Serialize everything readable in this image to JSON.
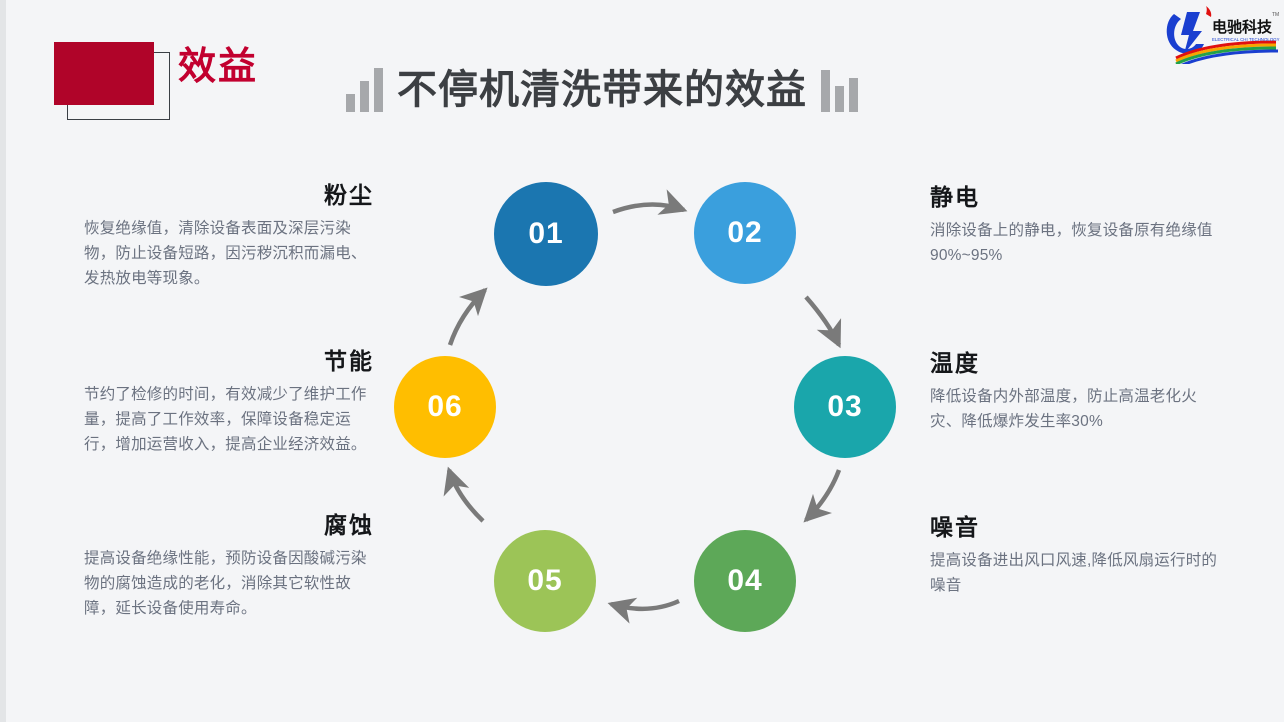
{
  "header": {
    "badge_label": "效益",
    "title": "不停机清洗带来的效益"
  },
  "logo": {
    "brand_cn": "电驰科技",
    "brand_en": "ELECTRICAL CHI TECHNOLOGY",
    "trademark": "TM"
  },
  "diagram": {
    "steps": [
      {
        "number": "01",
        "color": "#1b76b0"
      },
      {
        "number": "02",
        "color": "#3a9fdd"
      },
      {
        "number": "03",
        "color": "#1aa6ab"
      },
      {
        "number": "04",
        "color": "#5da858"
      },
      {
        "number": "05",
        "color": "#9cc457"
      },
      {
        "number": "06",
        "color": "#ffbe00"
      }
    ],
    "arrow_color": "#7a7a7a"
  },
  "blocks": {
    "dust": {
      "title": "粉尘",
      "body": "恢复绝缘值，清除设备表面及深层污染物，防止设备短路，因污秽沉积而漏电、发热放电等现象。"
    },
    "energy": {
      "title": "节能",
      "body": "节约了检修的时间，有效减少了维护工作量，提高了工作效率，保障设备稳定运行，增加运营收入，提高企业经济效益。"
    },
    "corrosion": {
      "title": "腐蚀",
      "body": "提高设备绝缘性能，预防设备因酸碱污染物的腐蚀造成的老化，消除其它软性故障，延长设备使用寿命。"
    },
    "static": {
      "title": "静电",
      "body": "消除设备上的静电，恢复设备原有绝缘值90%~95%"
    },
    "temperature": {
      "title": "温度",
      "body": "降低设备内外部温度，防止高温老化火灾、降低爆炸发生率30%"
    },
    "noise": {
      "title": "噪音",
      "body": "提高设备进出风口风速,降低风扇运行时的噪音"
    }
  },
  "colors": {
    "background": "#f4f5f7",
    "accent_red": "#b00429",
    "title_text": "#3c3f43",
    "body_text": "#6b7280"
  }
}
